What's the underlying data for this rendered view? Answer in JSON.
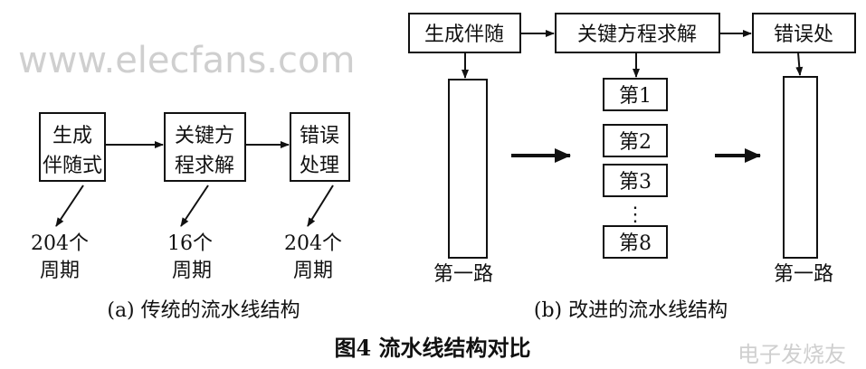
{
  "watermark": {
    "site": "www.elecfans.com",
    "brand": "电子发烧友"
  },
  "part_a": {
    "boxes": [
      {
        "line1": "生成",
        "line2": "伴随式"
      },
      {
        "line1": "关键方",
        "line2": "程求解"
      },
      {
        "line1": "错误",
        "line2": "处理"
      }
    ],
    "cycles": [
      {
        "line1": "204个",
        "line2": "周期"
      },
      {
        "line1": "16个",
        "line2": "周期"
      },
      {
        "line1": "204个",
        "line2": "周期"
      }
    ],
    "caption": "(a) 传统的流水线结构"
  },
  "part_b": {
    "top_boxes": [
      "生成伴随",
      "关键方程求解",
      "错误处"
    ],
    "channels": [
      "第1",
      "第2",
      "第3",
      "第8"
    ],
    "ellipsis": "⋮",
    "left_label": "第一路",
    "right_label": "第一路",
    "caption": "(b) 改进的流水线结构"
  },
  "figure_title": "图4  流水线结构对比"
}
